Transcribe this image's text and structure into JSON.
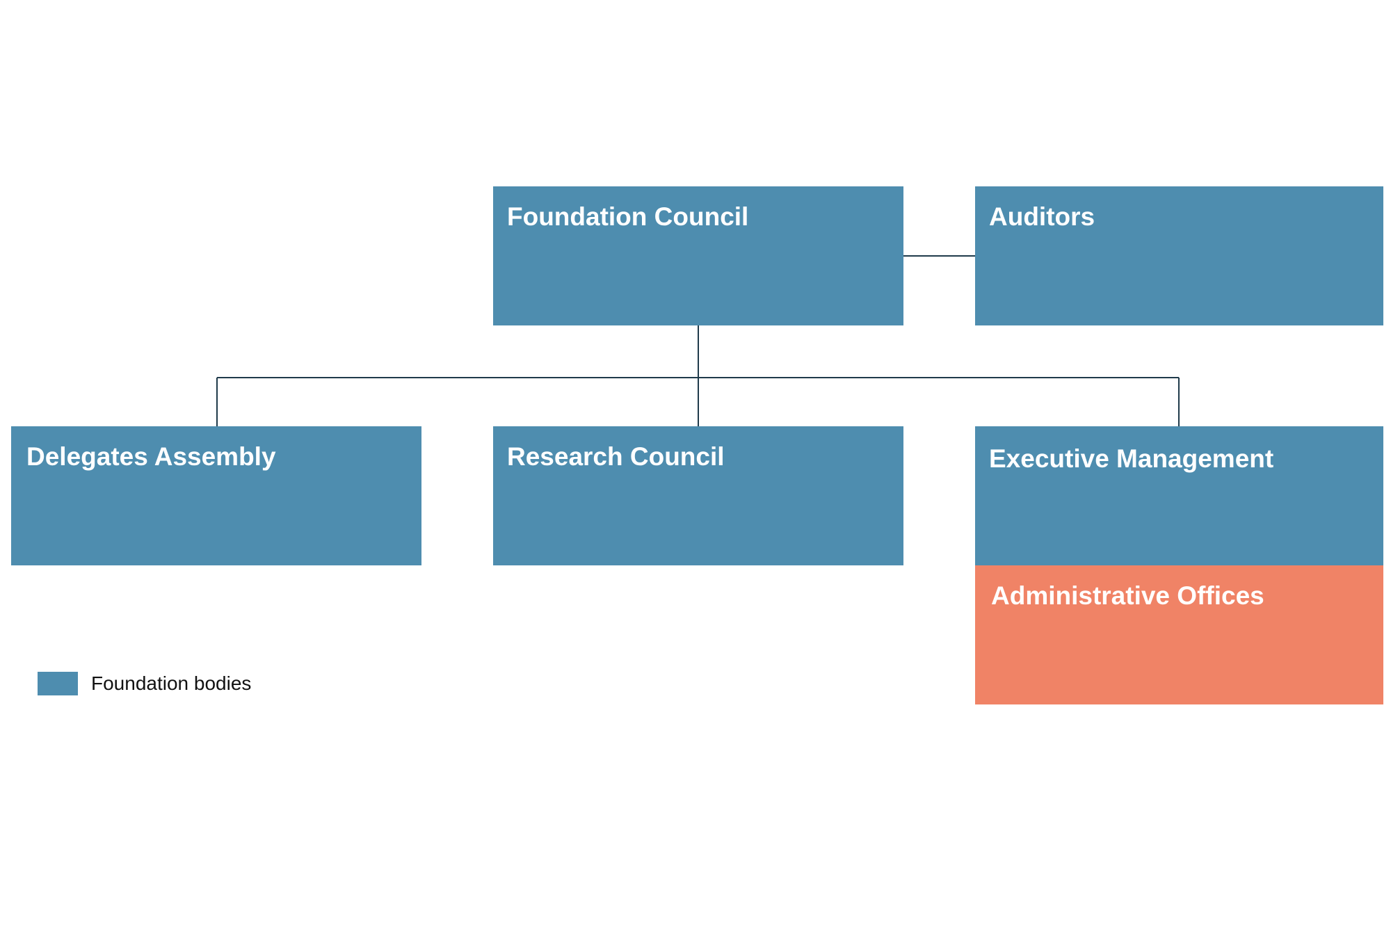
{
  "colors": {
    "foundation_body": "#4e8daf",
    "administrative": "#f08366",
    "connector": "#1f3a4a"
  },
  "nodes": {
    "foundation_council": "Foundation Council",
    "auditors": "Auditors",
    "delegates_assembly": "Delegates Assembly",
    "research_council": "Research Council",
    "executive_management": "Executive Management",
    "administrative_offices": "Administrative Offices"
  },
  "legend": {
    "label": "Foundation bodies"
  }
}
